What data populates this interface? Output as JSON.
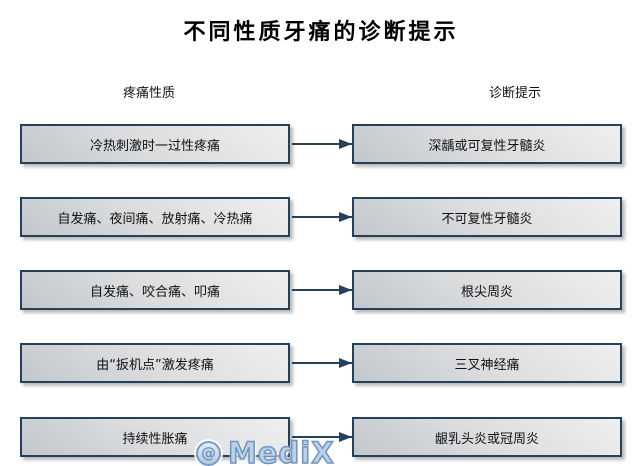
{
  "title": "不同性质牙痛的诊断提示",
  "columns": {
    "left_header": "疼痛性质",
    "right_header": "诊断提示"
  },
  "rows": [
    {
      "pain": "冷热刺激时一过性疼痛",
      "diagnosis": "深龋或可复性牙髓炎"
    },
    {
      "pain": "自发痛、夜间痛、放射痛、冷热痛",
      "diagnosis": "不可复性牙髓炎"
    },
    {
      "pain": "自发痛、咬合痛、叩痛",
      "diagnosis": "根尖周炎"
    },
    {
      "pain": "由“扳机点”激发疼痛",
      "diagnosis": "三叉神经痛"
    },
    {
      "pain": "持续性胀痛",
      "diagnosis": "龈乳头炎或冠周炎"
    }
  ],
  "watermark": {
    "at_symbol": "@",
    "text": "MediX"
  },
  "colors": {
    "box_border": "#24415c",
    "box_fill_light": "#efefef",
    "box_fill_dark": "#c3c7cb",
    "arrow": "#24415c",
    "watermark_blue": "#6f93be",
    "background": "#ffffff"
  }
}
